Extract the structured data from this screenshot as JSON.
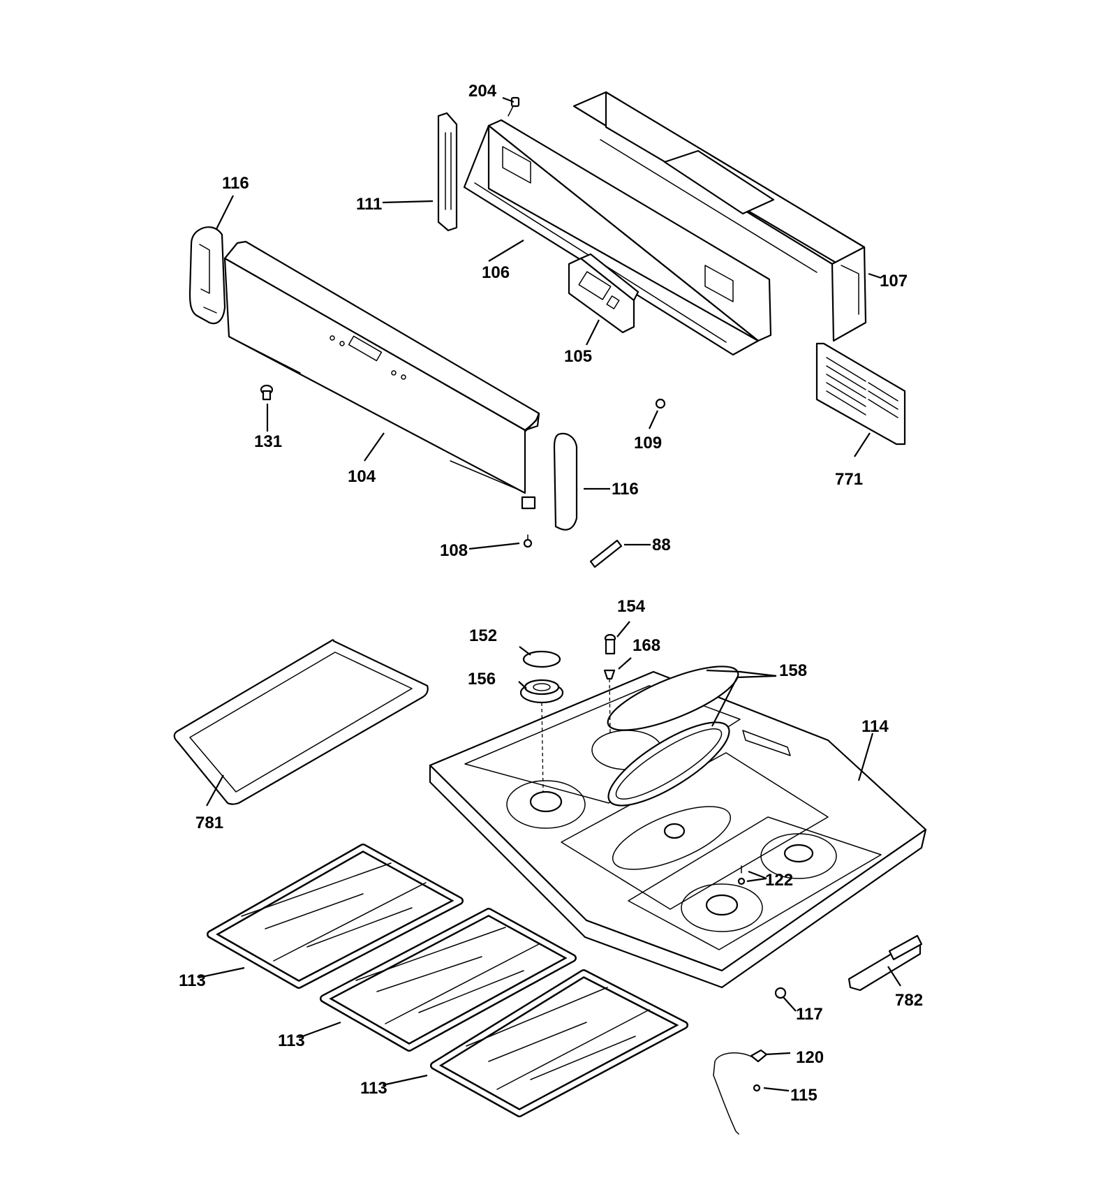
{
  "diagram": {
    "callouts": {
      "c204": "204",
      "c116a": "116",
      "c111": "111",
      "c106": "106",
      "c107": "107",
      "c105": "105",
      "c131": "131",
      "c109": "109",
      "c771": "771",
      "c104": "104",
      "c116b": "116",
      "c108": "108",
      "c88": "88",
      "c154": "154",
      "c152": "152",
      "c168": "168",
      "c158": "158",
      "c156": "156",
      "c114": "114",
      "c781": "781",
      "c122": "122",
      "c113a": "113",
      "c113b": "113",
      "c113c": "113",
      "c782": "782",
      "c117": "117",
      "c120": "120",
      "c115": "115"
    }
  }
}
